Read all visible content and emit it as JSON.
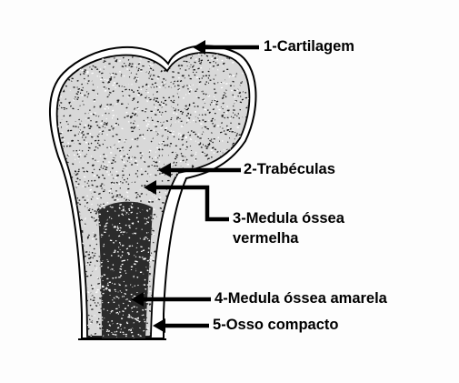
{
  "labels": [
    {
      "number": "1",
      "name": "Cartilagem"
    },
    {
      "number": "2",
      "name": "Trabéculas"
    },
    {
      "number": "3",
      "name": "Medula óssea",
      "name_line2": "vermelha"
    },
    {
      "number": "4",
      "name": "Medula óssea amarela"
    },
    {
      "number": "5",
      "name": "Osso compacto"
    }
  ],
  "colors": {
    "ink": "#000000",
    "background": "#ffffff"
  }
}
